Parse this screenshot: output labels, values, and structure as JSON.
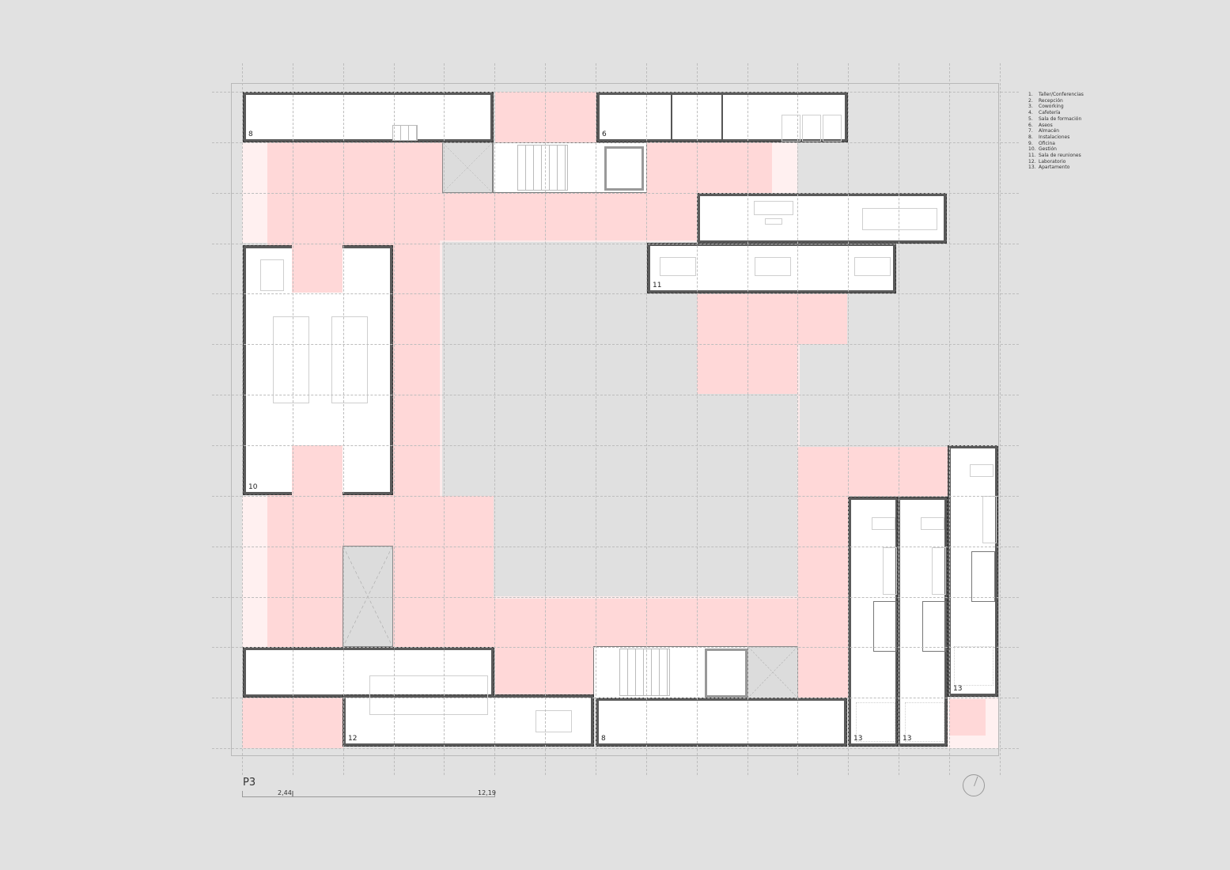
{
  "plan": {
    "level_label": "P3",
    "scale": {
      "mark_1": "2,44",
      "mark_2": "12,19"
    },
    "colors": {
      "circulation": "#ffd8d8",
      "circulation_light": "#fff0f0",
      "courtyard": "#e0e0e0",
      "background": "#e1e1e1",
      "walls": "#5a5a5a"
    },
    "room_tags": {
      "r8_top": "8",
      "r6": "6",
      "r11": "11",
      "r10": "10",
      "r12": "12",
      "r8_bottom": "8",
      "r13_a": "13",
      "r13_b": "13",
      "r13_c": "13"
    }
  },
  "legend": {
    "items": [
      {
        "n": "1.",
        "label": "Taller/Conferencias"
      },
      {
        "n": "2.",
        "label": "Recepción"
      },
      {
        "n": "3.",
        "label": "Coworking"
      },
      {
        "n": "4.",
        "label": "Cafetería"
      },
      {
        "n": "5.",
        "label": "Sala de formación"
      },
      {
        "n": "6.",
        "label": "Aseos"
      },
      {
        "n": "7.",
        "label": "Almacén"
      },
      {
        "n": "8.",
        "label": "Instalaciones"
      },
      {
        "n": "9.",
        "label": "Oficina"
      },
      {
        "n": "10.",
        "label": "Gestión"
      },
      {
        "n": "11.",
        "label": "Sala de reuniones"
      },
      {
        "n": "12.",
        "label": "Laboratorio"
      },
      {
        "n": "13.",
        "label": "Apartamento"
      }
    ]
  }
}
